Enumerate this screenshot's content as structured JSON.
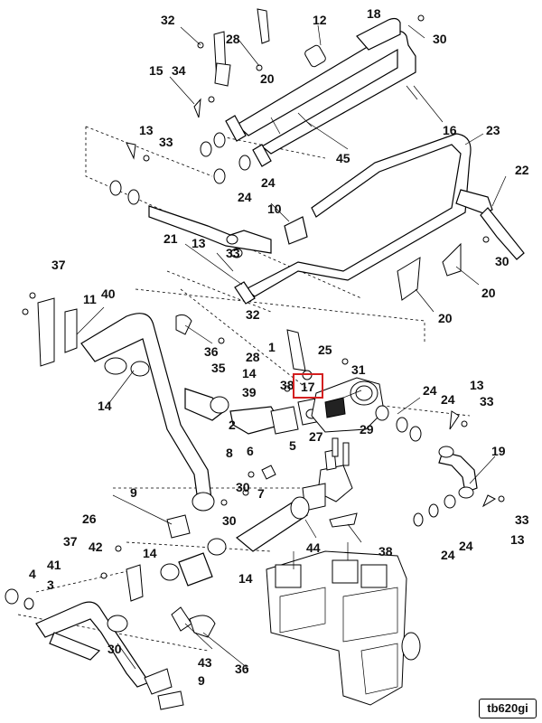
{
  "diagram": {
    "labels": [
      {
        "id": "32a",
        "text": "32"
      },
      {
        "id": "28a",
        "text": "28"
      },
      {
        "id": "12",
        "text": "12"
      },
      {
        "id": "18",
        "text": "18"
      },
      {
        "id": "30a",
        "text": "30"
      },
      {
        "id": "15",
        "text": "15"
      },
      {
        "id": "34",
        "text": "34"
      },
      {
        "id": "20a",
        "text": "20"
      },
      {
        "id": "13a",
        "text": "13"
      },
      {
        "id": "33a",
        "text": "33"
      },
      {
        "id": "16",
        "text": "16"
      },
      {
        "id": "23",
        "text": "23"
      },
      {
        "id": "45",
        "text": "45"
      },
      {
        "id": "24a",
        "text": "24"
      },
      {
        "id": "24b",
        "text": "24"
      },
      {
        "id": "22",
        "text": "22"
      },
      {
        "id": "10",
        "text": "10"
      },
      {
        "id": "21",
        "text": "21"
      },
      {
        "id": "13b",
        "text": "13"
      },
      {
        "id": "33b",
        "text": "33"
      },
      {
        "id": "30b",
        "text": "30"
      },
      {
        "id": "37a",
        "text": "37"
      },
      {
        "id": "20b",
        "text": "20"
      },
      {
        "id": "11",
        "text": "11"
      },
      {
        "id": "40",
        "text": "40"
      },
      {
        "id": "20c",
        "text": "20"
      },
      {
        "id": "32b",
        "text": "32"
      },
      {
        "id": "36a",
        "text": "36"
      },
      {
        "id": "28b",
        "text": "28"
      },
      {
        "id": "25",
        "text": "25"
      },
      {
        "id": "1",
        "text": "1"
      },
      {
        "id": "35",
        "text": "35"
      },
      {
        "id": "14a",
        "text": "14"
      },
      {
        "id": "31",
        "text": "31"
      },
      {
        "id": "38a",
        "text": "38"
      },
      {
        "id": "17",
        "text": "17"
      },
      {
        "id": "39",
        "text": "39"
      },
      {
        "id": "24c",
        "text": "24"
      },
      {
        "id": "24d",
        "text": "24"
      },
      {
        "id": "13c",
        "text": "13"
      },
      {
        "id": "33c",
        "text": "33"
      },
      {
        "id": "14b",
        "text": "14"
      },
      {
        "id": "2",
        "text": "2"
      },
      {
        "id": "29",
        "text": "29"
      },
      {
        "id": "27",
        "text": "27"
      },
      {
        "id": "6",
        "text": "6"
      },
      {
        "id": "5",
        "text": "5"
      },
      {
        "id": "8",
        "text": "8"
      },
      {
        "id": "19",
        "text": "19"
      },
      {
        "id": "9a",
        "text": "9"
      },
      {
        "id": "30c",
        "text": "30"
      },
      {
        "id": "7",
        "text": "7"
      },
      {
        "id": "30d",
        "text": "30"
      },
      {
        "id": "26",
        "text": "26"
      },
      {
        "id": "37b",
        "text": "37"
      },
      {
        "id": "42",
        "text": "42"
      },
      {
        "id": "14c",
        "text": "14"
      },
      {
        "id": "44",
        "text": "44"
      },
      {
        "id": "38b",
        "text": "38"
      },
      {
        "id": "24e",
        "text": "24"
      },
      {
        "id": "24f",
        "text": "24"
      },
      {
        "id": "33d",
        "text": "33"
      },
      {
        "id": "13d",
        "text": "13"
      },
      {
        "id": "41",
        "text": "41"
      },
      {
        "id": "4",
        "text": "4"
      },
      {
        "id": "3",
        "text": "3"
      },
      {
        "id": "14d",
        "text": "14"
      },
      {
        "id": "30e",
        "text": "30"
      },
      {
        "id": "43",
        "text": "43"
      },
      {
        "id": "36b",
        "text": "36"
      },
      {
        "id": "9b",
        "text": "9"
      }
    ],
    "highlighted_part": "17",
    "highlight_color": "#d42020",
    "watermark": "tb620gi"
  }
}
